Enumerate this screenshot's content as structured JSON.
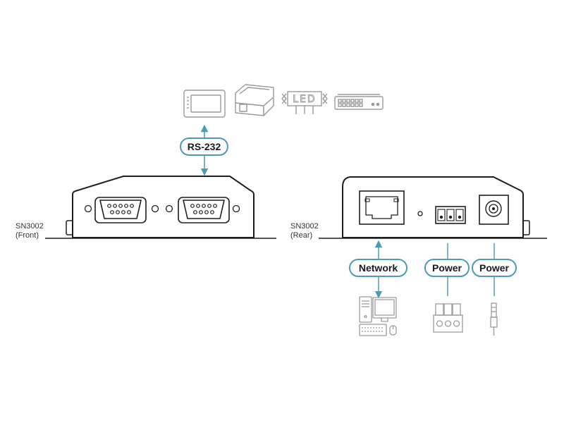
{
  "front": {
    "model": "SN3002",
    "side": "(Front)"
  },
  "rear": {
    "model": "SN3002",
    "side": "(Rear)"
  },
  "labels": {
    "rs232": "RS-232",
    "network": "Network",
    "power_terminal": "Power",
    "power_jack": "Power",
    "led_sign": "LED"
  },
  "colors": {
    "accent": "#4a9bb8",
    "device_body": "#1e1e1e",
    "peripheral": "#9a9a9a"
  },
  "icons": {
    "rs232_devices": [
      "touch-panel-icon",
      "projector-icon",
      "led-sign-icon",
      "switch-icon"
    ],
    "network_device": "computer-icon",
    "terminal_power": "terminal-block-icon",
    "jack_power": "dc-plug-icon"
  }
}
